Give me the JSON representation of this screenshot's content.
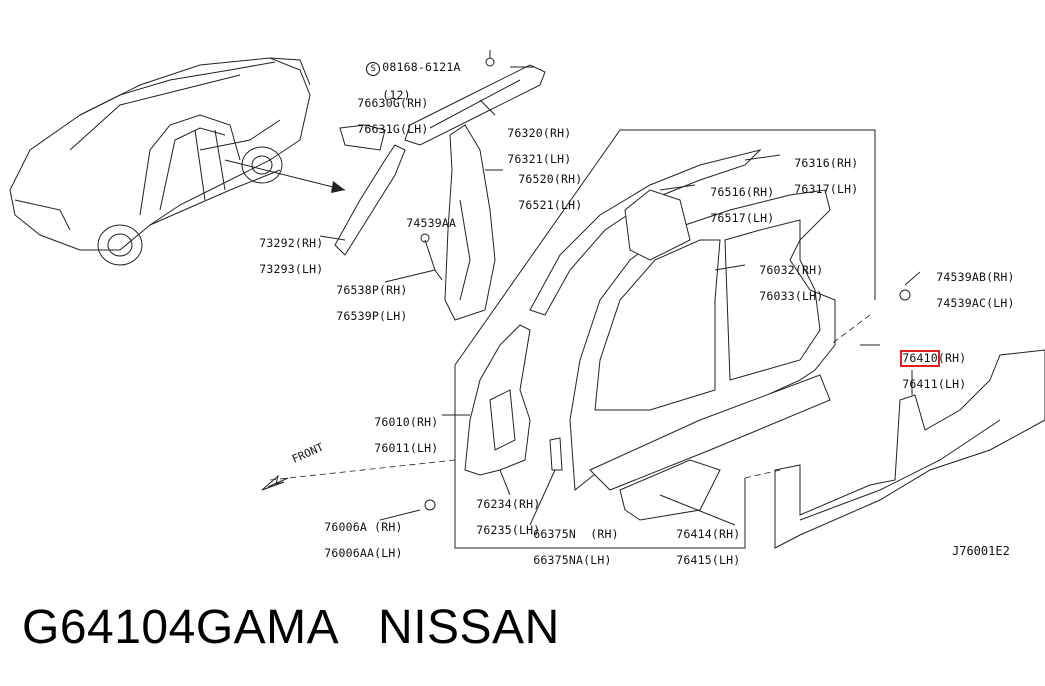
{
  "diagram_code": "J76001E2",
  "front_label": "FRONT",
  "title": "G64104GAMA   NISSAN",
  "callouts": [
    {
      "id": "c1",
      "lines": [
        {
          "part": "08168-6121A",
          "side": "",
          "prefix": "S"
        },
        {
          "part": "",
          "side": "(12)"
        }
      ]
    },
    {
      "id": "c2",
      "lines": [
        {
          "part": "76630G",
          "side": "(RH)"
        },
        {
          "part": "76631G",
          "side": "(LH)"
        }
      ]
    },
    {
      "id": "c3",
      "lines": [
        {
          "part": "76320",
          "side": "(RH)"
        },
        {
          "part": "76321",
          "side": "(LH)"
        }
      ]
    },
    {
      "id": "c4",
      "lines": [
        {
          "part": "76316",
          "side": "(RH)"
        },
        {
          "part": "76317",
          "side": "(LH)"
        }
      ]
    },
    {
      "id": "c5",
      "lines": [
        {
          "part": "76520",
          "side": "(RH)"
        },
        {
          "part": "76521",
          "side": "(LH)"
        }
      ]
    },
    {
      "id": "c6",
      "lines": [
        {
          "part": "76516",
          "side": "(RH)"
        },
        {
          "part": "76517",
          "side": "(LH)"
        }
      ]
    },
    {
      "id": "c7",
      "lines": [
        {
          "part": "74539AA",
          "side": ""
        }
      ]
    },
    {
      "id": "c8",
      "lines": [
        {
          "part": "73292",
          "side": "(RH)"
        },
        {
          "part": "73293",
          "side": "(LH)"
        }
      ]
    },
    {
      "id": "c9",
      "lines": [
        {
          "part": "76032",
          "side": "(RH)"
        },
        {
          "part": "76033",
          "side": "(LH)"
        }
      ]
    },
    {
      "id": "c10",
      "lines": [
        {
          "part": "74539AB",
          "side": "(RH)"
        },
        {
          "part": "74539AC",
          "side": "(LH)"
        }
      ]
    },
    {
      "id": "c11",
      "lines": [
        {
          "part": "76538P",
          "side": "(RH)"
        },
        {
          "part": "76539P",
          "side": "(LH)"
        }
      ]
    },
    {
      "id": "c12",
      "lines": [
        {
          "part": "76410",
          "side": "(RH)",
          "highlight": true
        },
        {
          "part": "76411",
          "side": "(LH)"
        }
      ]
    },
    {
      "id": "c13",
      "lines": [
        {
          "part": "76010",
          "side": "(RH)"
        },
        {
          "part": "76011",
          "side": "(LH)"
        }
      ]
    },
    {
      "id": "c14",
      "lines": [
        {
          "part": "76234",
          "side": "(RH)"
        },
        {
          "part": "76235",
          "side": "(LH)"
        }
      ]
    },
    {
      "id": "c15",
      "lines": [
        {
          "part": "76006A",
          "side": "(RH)"
        },
        {
          "part": "76006AA",
          "side": "(LH)"
        }
      ]
    },
    {
      "id": "c16",
      "lines": [
        {
          "part": "66375N",
          "side": "(RH)"
        },
        {
          "part": "66375NA",
          "side": "(LH)"
        }
      ]
    },
    {
      "id": "c17",
      "lines": [
        {
          "part": "76414",
          "side": "(RH)"
        },
        {
          "part": "76415",
          "side": "(LH)"
        }
      ]
    }
  ]
}
